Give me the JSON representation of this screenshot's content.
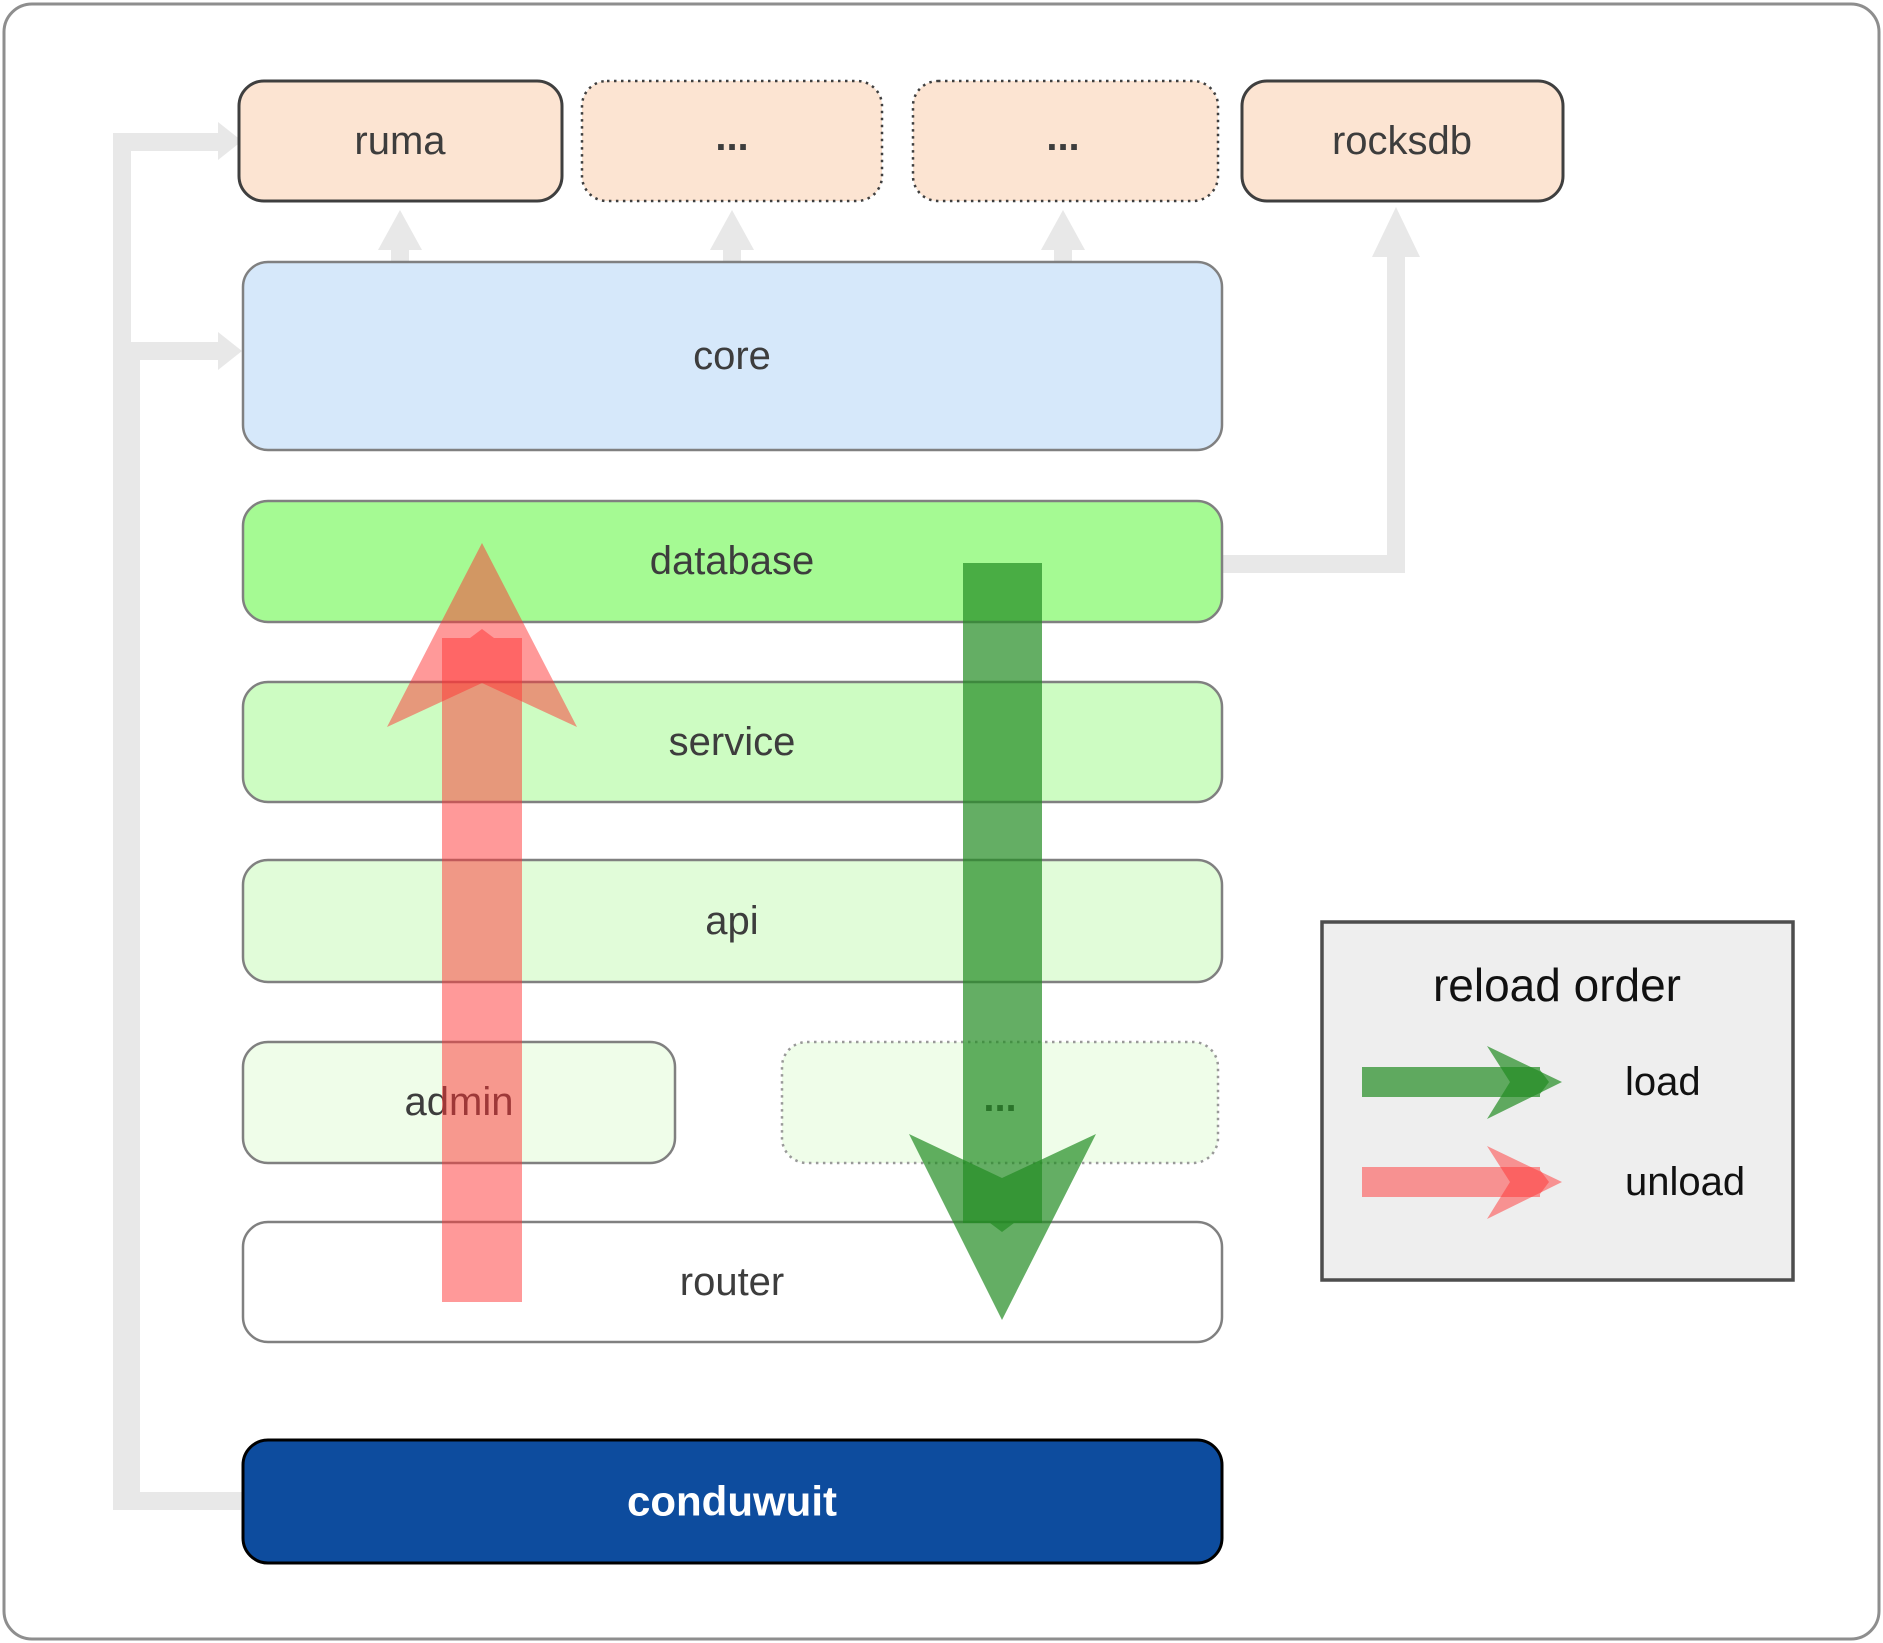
{
  "diagram": {
    "top_row": [
      {
        "label": "ruma"
      },
      {
        "label": "..."
      },
      {
        "label": "..."
      },
      {
        "label": "rocksdb"
      }
    ],
    "layers": [
      {
        "label": "core"
      },
      {
        "label": "database"
      },
      {
        "label": "service"
      },
      {
        "label": "api"
      },
      {
        "label": "admin"
      },
      {
        "label": "..."
      },
      {
        "label": "router"
      }
    ],
    "root": {
      "label": "conduwuit"
    },
    "legend": {
      "title": "reload order",
      "items": [
        {
          "label": "load",
          "color": "#228b22"
        },
        {
          "label": "unload",
          "color": "#ff3333"
        }
      ]
    },
    "colors": {
      "module_fill": "#fce4d2",
      "core_fill": "#d6e8fa",
      "database_fill": "#a5fa93",
      "service_fill": "#cdfcc2",
      "api_fill": "#e1fcd9",
      "admin_fill": "#effde9",
      "router_fill": "#ffffff",
      "root_fill": "#0d4c9e",
      "load_arrow": "#228b22",
      "unload_arrow": "#ff3333",
      "connector": "#e8e8e8",
      "legend_fill": "#eeeeee"
    }
  }
}
